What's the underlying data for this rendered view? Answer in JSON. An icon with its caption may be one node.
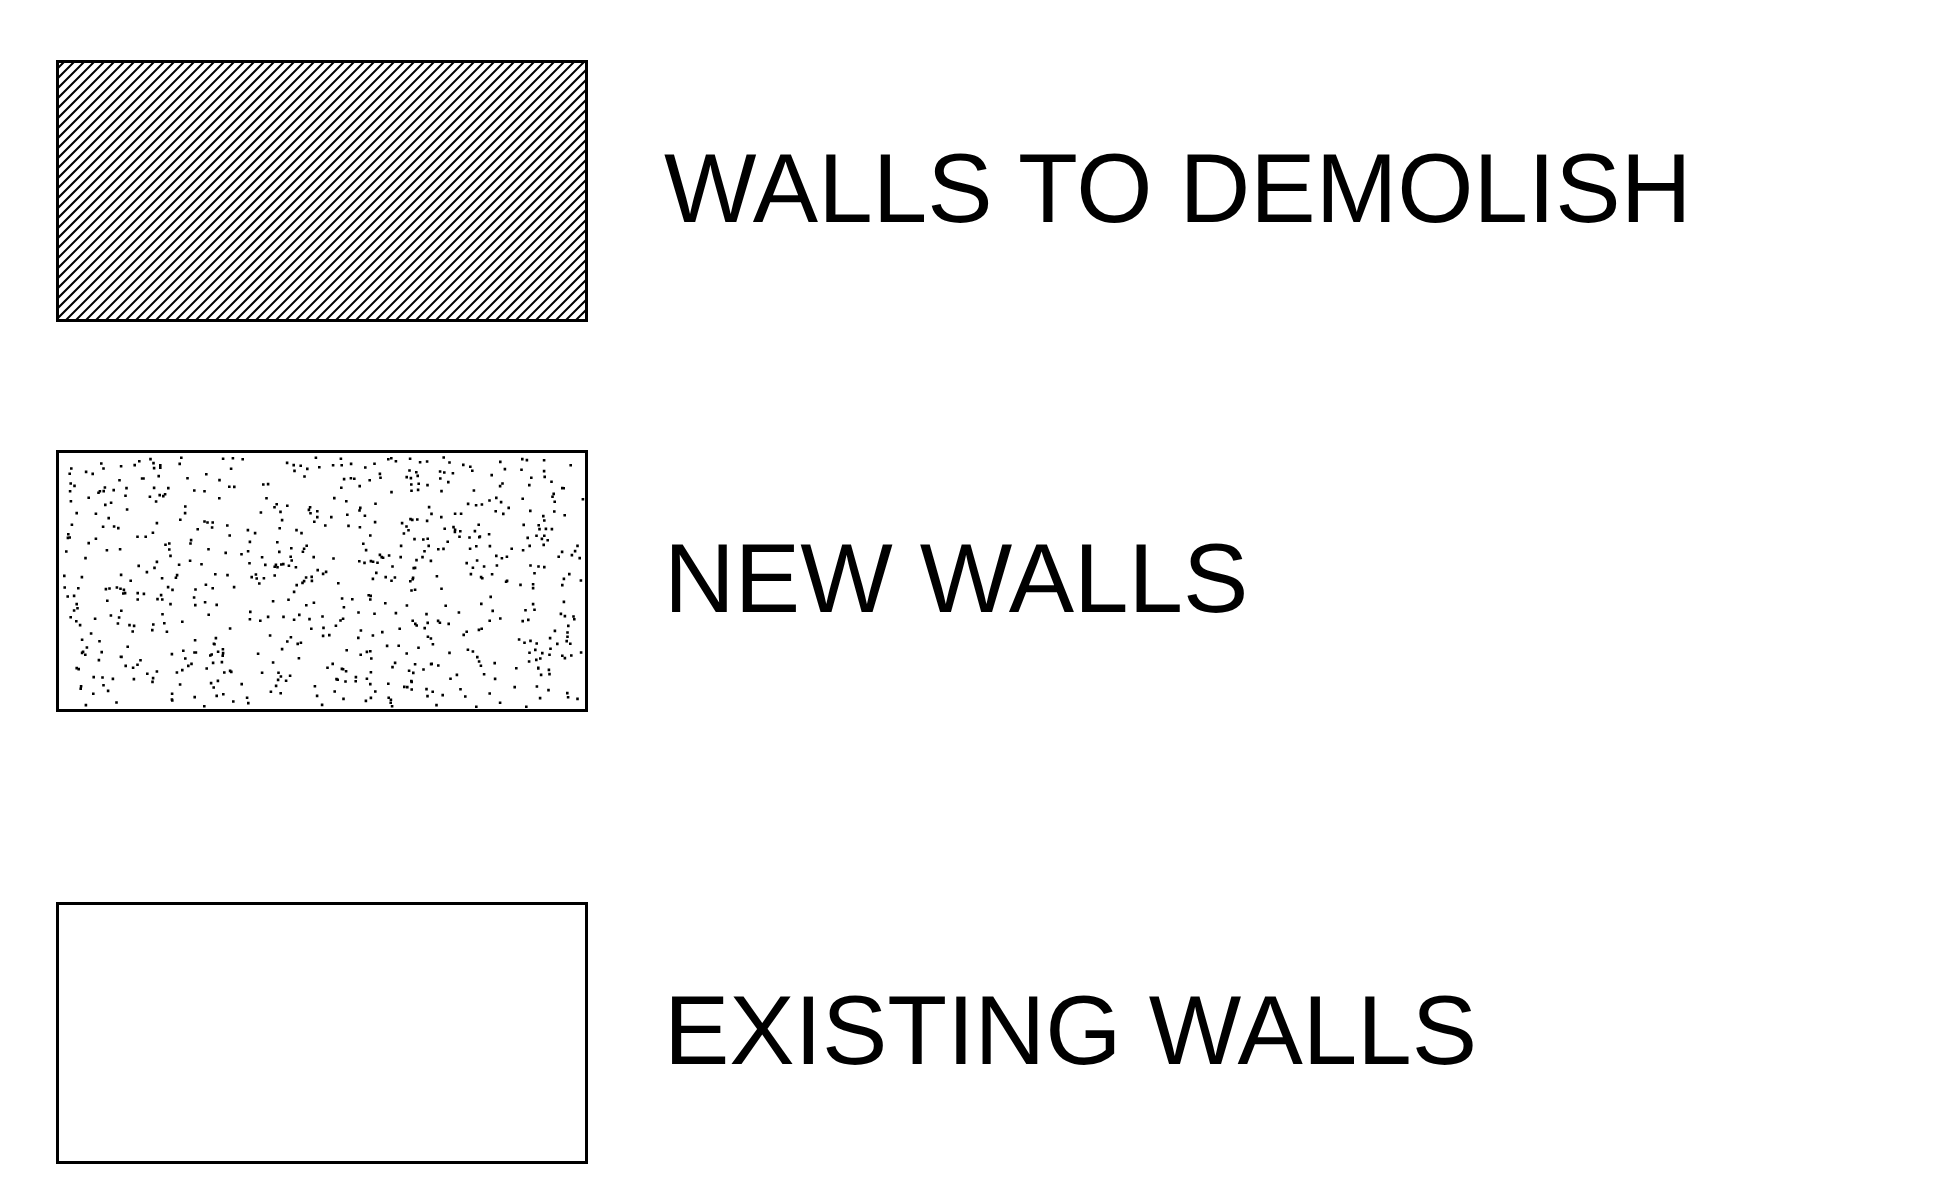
{
  "diagram": {
    "legend": [
      {
        "text": "WALLS TO DEMOLISH"
      },
      {
        "text": "NEW WALLS"
      },
      {
        "text": "EXISTING WALLS"
      }
    ]
  }
}
